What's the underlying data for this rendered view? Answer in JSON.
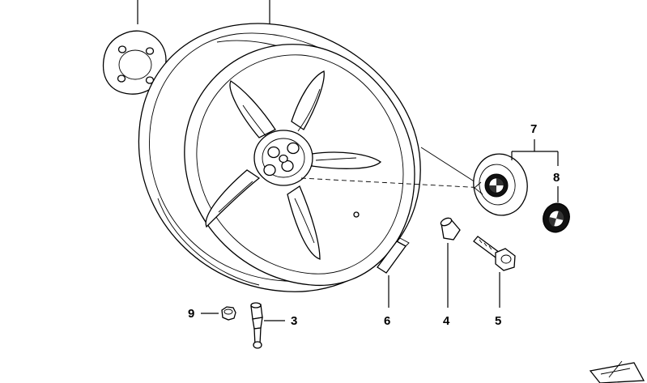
{
  "diagram": {
    "callouts": [
      {
        "id": "label-3",
        "text": "3",
        "part": "tire-valve"
      },
      {
        "id": "label-4",
        "text": "4",
        "part": "valve-cap"
      },
      {
        "id": "label-5",
        "text": "5",
        "part": "wheel-bolt"
      },
      {
        "id": "label-6",
        "text": "6",
        "part": "balance-weight"
      },
      {
        "id": "label-7",
        "text": "7",
        "part": "hub-cap-with-emblem"
      },
      {
        "id": "label-8",
        "text": "8",
        "part": "emblem"
      },
      {
        "id": "label-9",
        "text": "9",
        "part": "valve-nut"
      }
    ]
  },
  "colors": {
    "line": "#000000",
    "background": "#ffffff",
    "part_fill": "#ffffff",
    "emblem_dark": "#111111",
    "emblem_light": "#ffffff"
  },
  "icons": [
    "bmw-roundel-icon",
    "scissors-icon"
  ]
}
